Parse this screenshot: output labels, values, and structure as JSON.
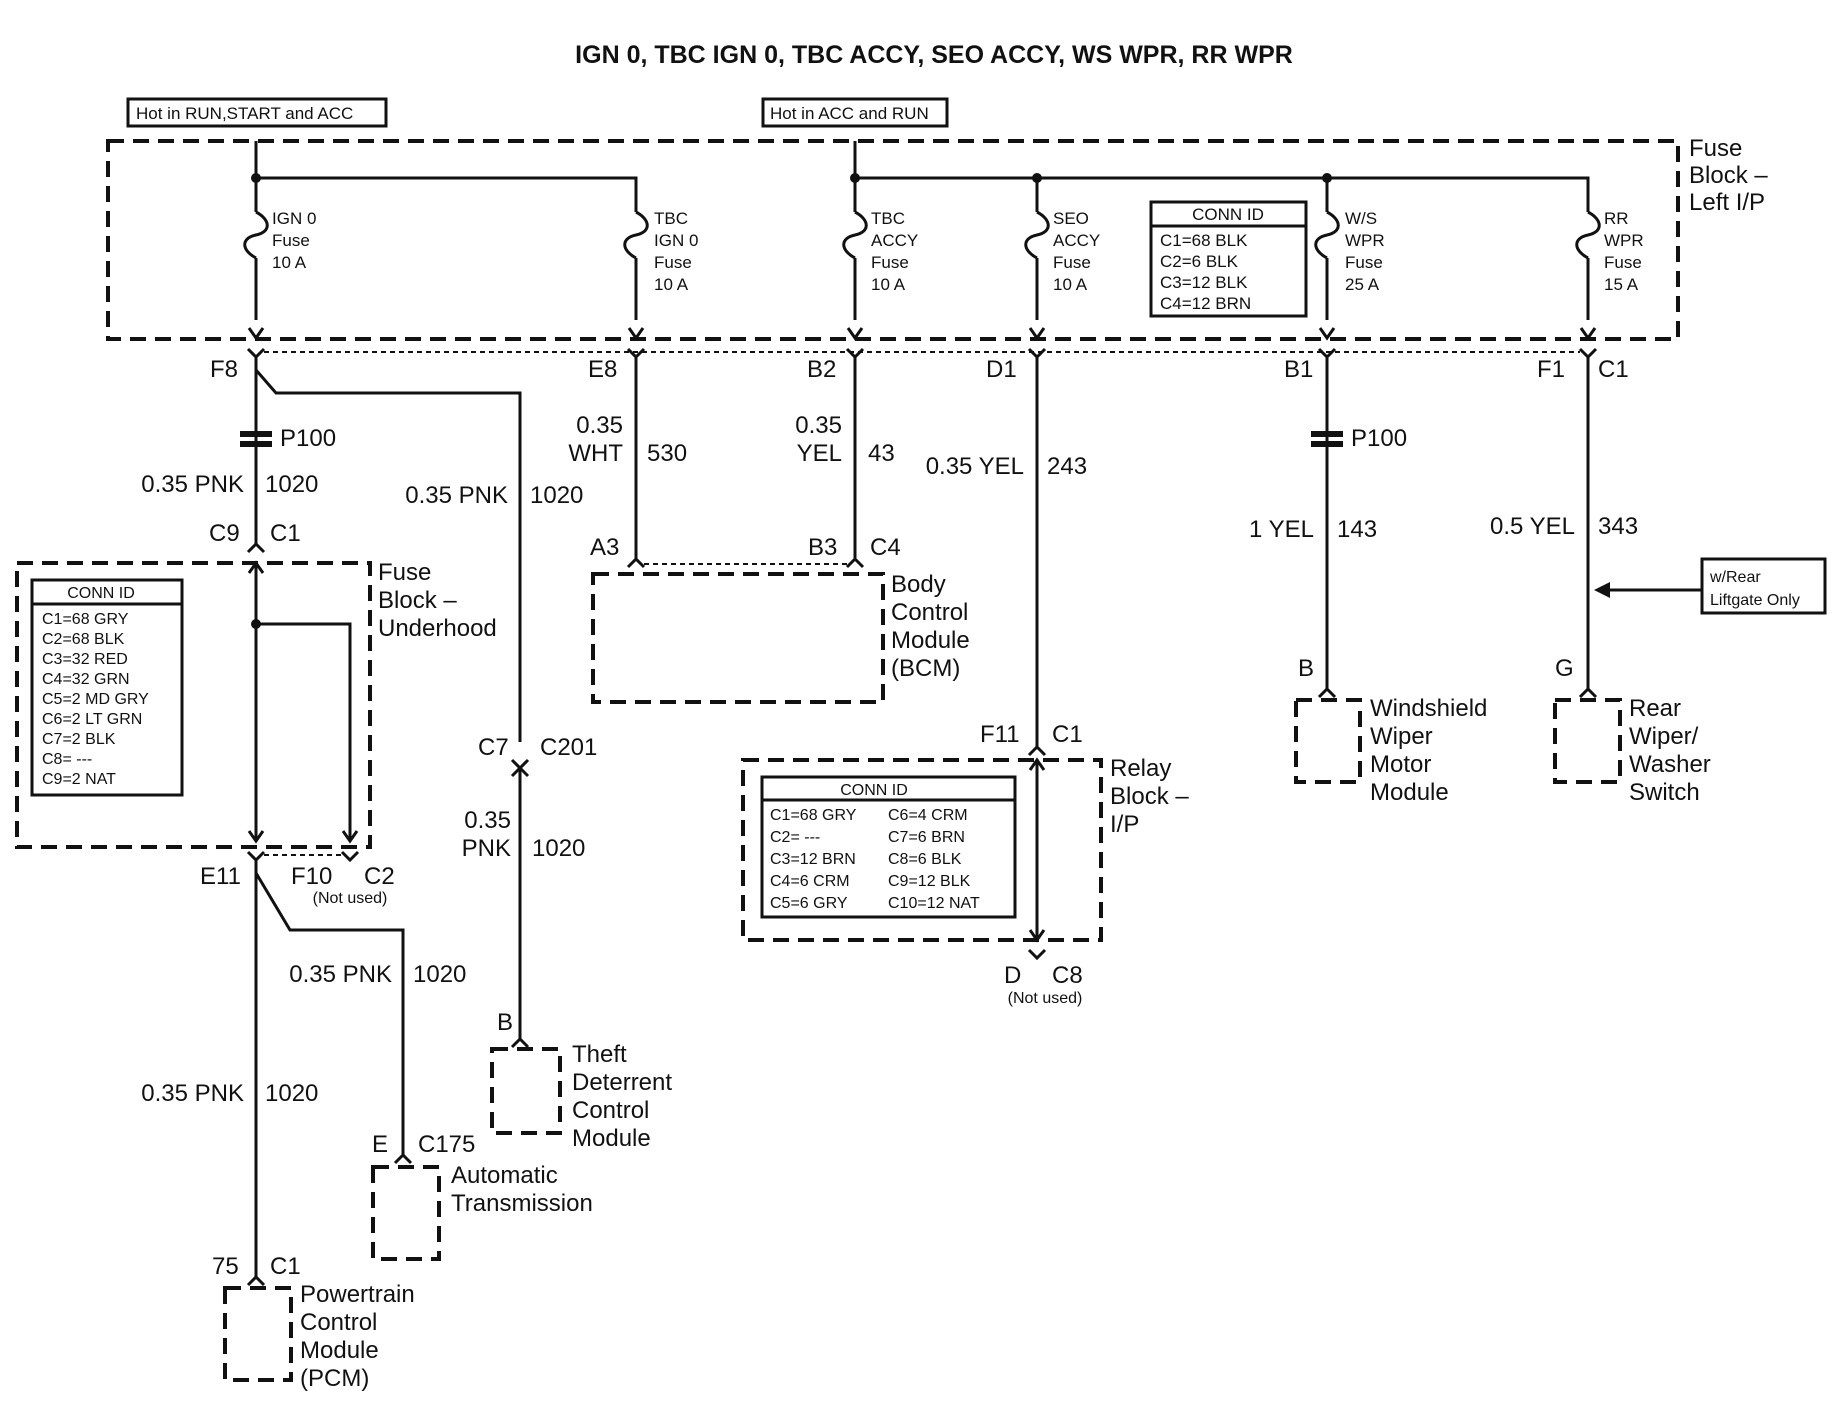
{
  "title": "IGN 0, TBC IGN 0, TBC ACCY, SEO ACCY, WS WPR,  RR WPR",
  "hot_labels": {
    "run_start_acc": "Hot in RUN,START and ACC",
    "acc_run": "Hot in ACC and RUN"
  },
  "fuse_block_ip": {
    "l1": "Fuse",
    "l2": "Block –",
    "l3": "Left I/P"
  },
  "fuses": [
    {
      "lines": [
        "IGN 0",
        "Fuse",
        "10 A"
      ]
    },
    {
      "lines": [
        "TBC",
        "IGN 0",
        "Fuse",
        "10 A"
      ]
    },
    {
      "lines": [
        "TBC",
        "ACCY",
        "Fuse",
        "10 A"
      ]
    },
    {
      "lines": [
        "SEO",
        "ACCY",
        "Fuse",
        "10 A"
      ]
    },
    {
      "lines": [
        "W/S",
        "WPR",
        "Fuse",
        "25 A"
      ]
    },
    {
      "lines": [
        "RR",
        "WPR",
        "Fuse",
        "15 A"
      ]
    }
  ],
  "conn_ip": {
    "title": "CONN ID",
    "rows": [
      "C1=68 BLK",
      "C2=6 BLK",
      "C3=12 BLK",
      "C4=12 BRN"
    ]
  },
  "pins": {
    "f8": "F8",
    "e8": "E8",
    "b2": "B2",
    "d1": "D1",
    "b1": "B1",
    "f1": "F1",
    "c1_top": "C1",
    "p100a": "P100",
    "p100b": "P100",
    "c9": "C9",
    "c1_uh": "C1",
    "a3": "A3",
    "b3": "B3",
    "c4": "C4",
    "c7": "C7",
    "c201": "C201",
    "e11": "E11",
    "f10": "F10",
    "c2": "C2",
    "not_used_1": "(Not used)",
    "f11": "F11",
    "c1_relay": "C1",
    "d_relay": "D",
    "c8": "C8",
    "not_used_2": "(Not used)",
    "b_tdcm": "B",
    "e_at": "E",
    "c175": "C175",
    "p75": "75",
    "c1_pcm": "C1",
    "b_ws": "B",
    "g_rr": "G"
  },
  "wires": {
    "w1_size": "0.35 PNK",
    "w1_num": "1020",
    "w2_size": "0.35 PNK",
    "w2_num": "1020",
    "w3_size_a": "0.35",
    "w3_size_b": "WHT",
    "w3_num": "530",
    "w4_size_a": "0.35",
    "w4_size_b": "YEL",
    "w4_num": "43",
    "w5_size": "0.35 YEL",
    "w5_num": "243",
    "w6_size": "1 YEL",
    "w6_num": "143",
    "w7_size": "0.5 YEL",
    "w7_num": "343",
    "w8_size_a": "0.35",
    "w8_size_b": "PNK",
    "w8_num": "1020",
    "w9_size": "0.35 PNK",
    "w9_num": "1020",
    "w10_size": "0.35 PNK",
    "w10_num": "1020"
  },
  "fuse_block_uh": {
    "l1": "Fuse",
    "l2": "Block –",
    "l3": "Underhood"
  },
  "conn_uh": {
    "title": "CONN ID",
    "rows": [
      "C1=68 GRY",
      "C2=68 BLK",
      "C3=32 RED",
      "C4=32 GRN",
      "C5=2 MD GRY",
      "C6=2 LT GRN",
      "C7=2 BLK",
      "C8= ---",
      "C9=2 NAT"
    ]
  },
  "bcm": {
    "l1": "Body",
    "l2": "Control",
    "l3": "Module",
    "l4": "(BCM)"
  },
  "relay_block": {
    "l1": "Relay",
    "l2": "Block –",
    "l3": "I/P"
  },
  "conn_relay": {
    "title": "CONN ID",
    "left": [
      "C1=68 GRY",
      "C2= ---",
      "C3=12 BRN",
      "C4=6 CRM",
      "C5=6 GRY"
    ],
    "right": [
      "C6=4 CRM",
      "C7=6 BRN",
      "C8=6 BLK",
      "C9=12 BLK",
      "C10=12 NAT"
    ]
  },
  "ws_module": {
    "l1": "Windshield",
    "l2": "Wiper",
    "l3": "Motor",
    "l4": "Module"
  },
  "rr_switch": {
    "l1": "Rear",
    "l2": "Wiper/",
    "l3": "Washer",
    "l4": "Switch"
  },
  "rear_liftgate": {
    "l1": "w/Rear",
    "l2": "Liftgate Only"
  },
  "tdcm": {
    "l1": "Theft",
    "l2": "Deterrent",
    "l3": "Control",
    "l4": "Module"
  },
  "at": {
    "l1": "Automatic",
    "l2": "Transmission"
  },
  "pcm": {
    "l1": "Powertrain",
    "l2": "Control",
    "l3": "Module",
    "l4": "(PCM)"
  }
}
